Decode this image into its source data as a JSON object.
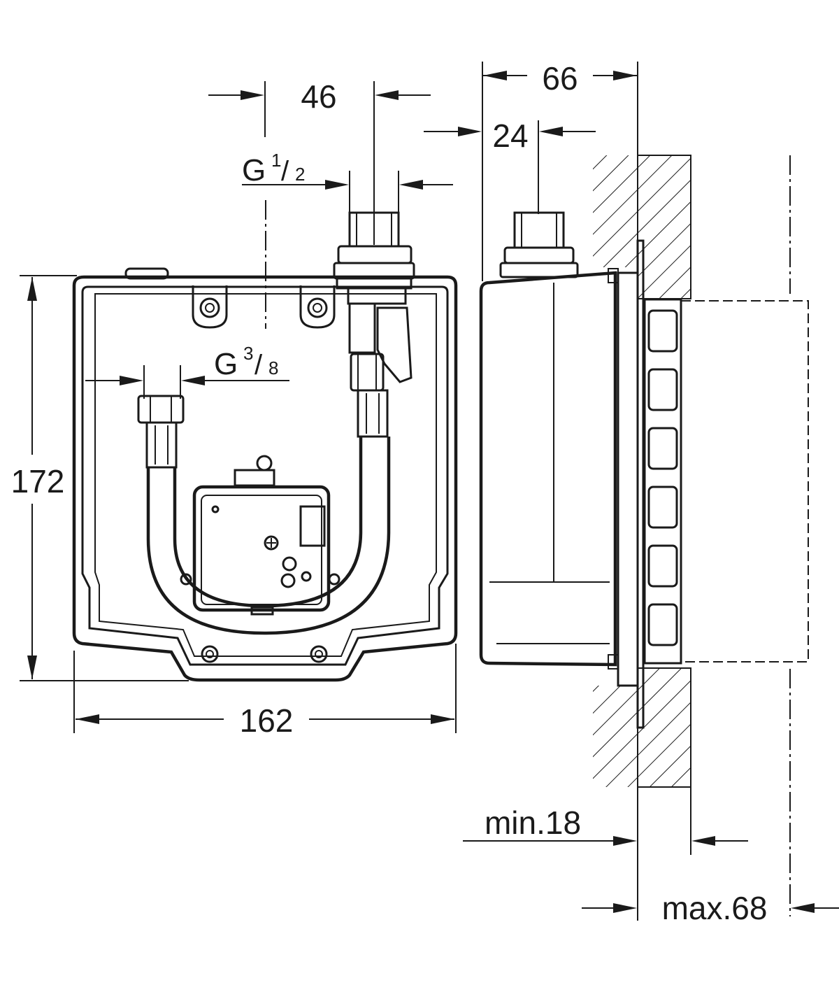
{
  "dimensions": {
    "spacing_46": "46",
    "depth_66": "66",
    "offset_24": "24",
    "height_172": "172",
    "width_162": "162",
    "min_18": "min.18",
    "max_68": "max.68"
  },
  "threads": {
    "inlet": {
      "base": "G",
      "num": "1",
      "den": "2"
    },
    "outlet": {
      "base": "G",
      "num": "3",
      "den": "8"
    }
  },
  "colors": {
    "ink": "#1a1a1a",
    "paper": "#ffffff"
  }
}
